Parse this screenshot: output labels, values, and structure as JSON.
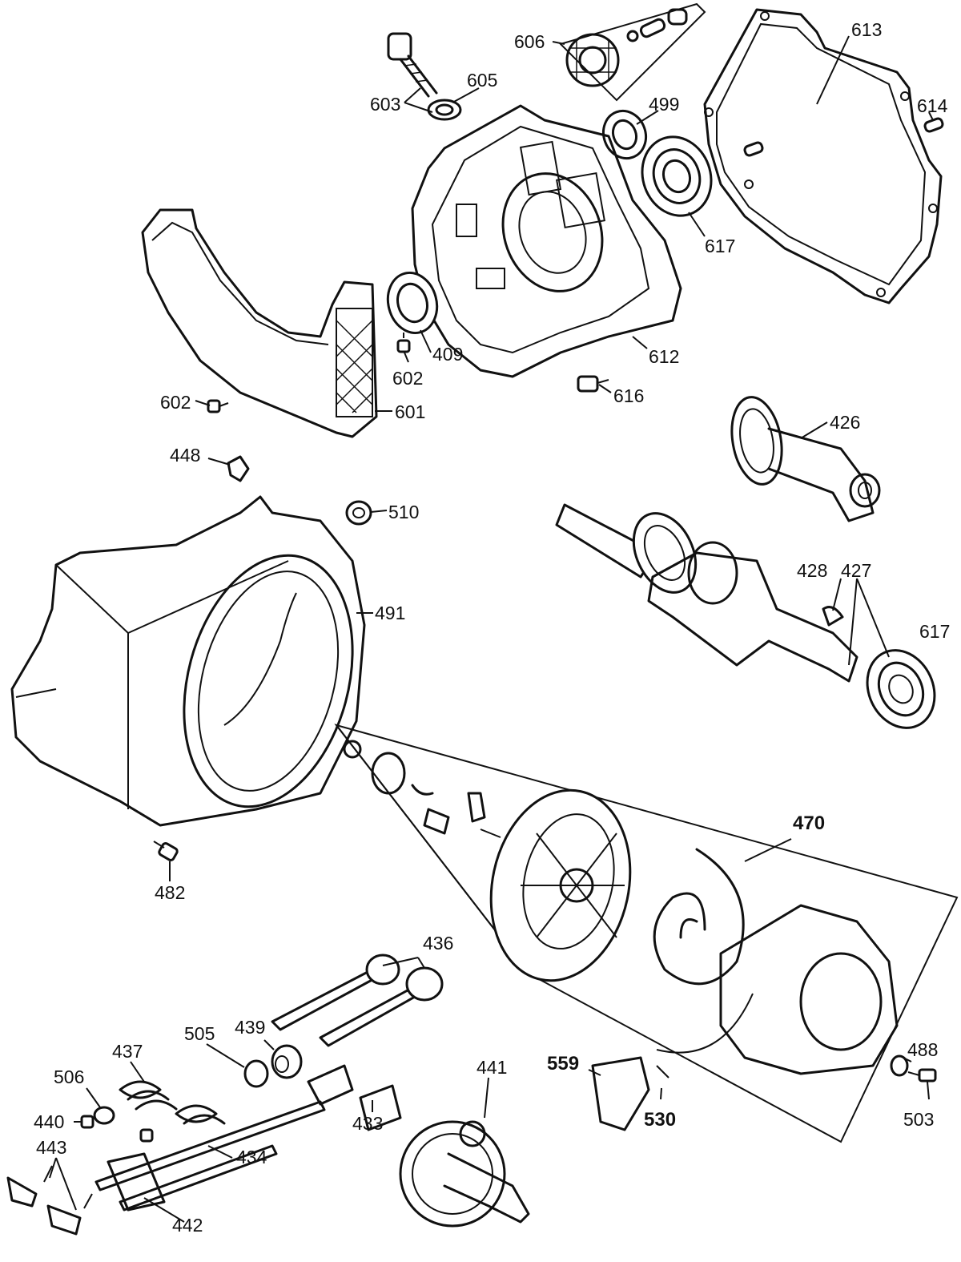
{
  "callouts": {
    "c606": "606",
    "c613": "613",
    "c605": "605",
    "c603": "603",
    "c499": "499",
    "c614": "614",
    "c617a": "617",
    "c612": "612",
    "c409": "409",
    "c602a": "602",
    "c616": "616",
    "c601": "601",
    "c602b": "602",
    "c426": "426",
    "c448": "448",
    "c510": "510",
    "c428": "428",
    "c427": "427",
    "c491": "491",
    "c617b": "617",
    "c470": "470",
    "c482": "482",
    "c436": "436",
    "c437": "437",
    "c505": "505",
    "c439": "439",
    "c506": "506",
    "c441": "441",
    "c559": "559",
    "c488": "488",
    "c440": "440",
    "c433": "433",
    "c530": "530",
    "c503": "503",
    "c443": "443",
    "c434": "434",
    "c442": "442"
  }
}
